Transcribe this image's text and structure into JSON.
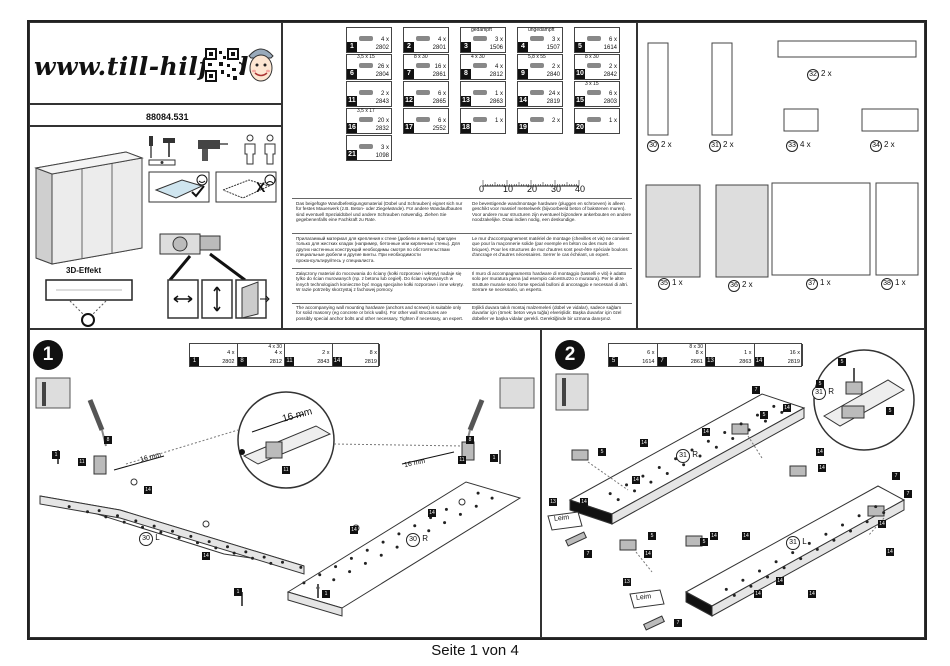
{
  "header": {
    "website": "www.till-hilft.de",
    "article_number": "88084.531",
    "effect_label": "3D-Effekt"
  },
  "parts": [
    {
      "no": "1",
      "qty": "4 x",
      "code": "2802",
      "size": ""
    },
    {
      "no": "2",
      "qty": "4 x",
      "code": "2801",
      "size": ""
    },
    {
      "no": "3",
      "qty": "3 x",
      "code": "1506",
      "size": "gedämpft"
    },
    {
      "no": "4",
      "qty": "3 x",
      "code": "1507",
      "size": "ungedämpft"
    },
    {
      "no": "5",
      "qty": "6 x",
      "code": "1614",
      "size": ""
    },
    {
      "no": "6",
      "qty": "26 x",
      "code": "2804",
      "size": "3,5 x 15"
    },
    {
      "no": "7",
      "qty": "16 x",
      "code": "2861",
      "size": "8 x 30"
    },
    {
      "no": "8",
      "qty": "4 x",
      "code": "2812",
      "size": "4 x 30"
    },
    {
      "no": "9",
      "qty": "2 x",
      "code": "2840",
      "size": "5,8 x 55"
    },
    {
      "no": "10",
      "qty": "2 x",
      "code": "2842",
      "size": "8 x 30"
    },
    {
      "no": "11",
      "qty": "2 x",
      "code": "2843",
      "size": ""
    },
    {
      "no": "12",
      "qty": "6 x",
      "code": "2865",
      "size": ""
    },
    {
      "no": "13",
      "qty": "1 x",
      "code": "2863",
      "size": ""
    },
    {
      "no": "14",
      "qty": "24 x",
      "code": "2819",
      "size": ""
    },
    {
      "no": "15",
      "qty": "6 x",
      "code": "2803",
      "size": "3 x 15"
    },
    {
      "no": "16",
      "qty": "20 x",
      "code": "2832",
      "size": "3,5 x 17"
    },
    {
      "no": "17",
      "qty": "6 x",
      "code": "2552",
      "size": ""
    },
    {
      "no": "18",
      "qty": "1 x",
      "code": "",
      "size": ""
    },
    {
      "no": "19",
      "qty": "2 x",
      "code": "",
      "size": ""
    },
    {
      "no": "20",
      "qty": "1 x",
      "code": "",
      "size": ""
    },
    {
      "no": "21",
      "qty": "3 x",
      "code": "1098",
      "size": ""
    }
  ],
  "ruler": {
    "ticks": [
      "0",
      "10",
      "20",
      "30",
      "40"
    ]
  },
  "notes": {
    "de": "Das beigefügte Wandbefestigungsmaterial (Dübel und Schrauben) eignet sich nur für festes Mauerwerk (z.B. Beton- oder Ziegelwände). Für andere Wandaufbauten sind eventuell Spezialdübel und andere Schrauben notwendig. Ziehen Sie gegebenenfalls eine Fachkraft zu Rate.",
    "ru": "Прилагаемый материал для крепления к стене (дюбели и винты) пригоден только для жестких кладок (например, бетонные или кирпичные стены). Для других настенных конструкций необходимы смотря по обстоятельствам специальные дюбели и другие винты. При необходимости проконсультируйтесь у специалиста.",
    "pl": "Załączony materiał do mocowania do ściany (kołki rozporowe i wkręty) nadaje się tylko do ścian murowanych (np. z betonu lub cegieł). Do ścian wykonanych w innych technologiach konieczne być mogą specjalne kołki rozporowe i inne wkręty. W razie potrzeby skorzystaj z fachowej pomocy.",
    "en": "The accompanying wall mounting hardware (anchors and screws) is suitable only for solid masonry (eg concrete or brick walls). For other wall structures are possibly special anchor bolts and other necessary. Tighten if necessary, an expert.",
    "nl": "De bevestigende wandmontage hardware (pluggen en schroeven) is alleen geschikt voor massief metselwerk (bijvoorbeeld beton of bakstenen muren). Voor andere muur structuren zijn eventueel bijzondere ankerbouten en andere noodzakelijke. Draai indien nodig, een deskundige.",
    "fr": "Le mur d'accompagnement matériel de montage (chevilles et vis) ne convient que pour la maçonnerie solide (par exemple en béton ou des murs de briques). Pour les structures de mur d'autres sont peut-être spéciale boulons d'ancrage et d'autres nécessaires. Serrer le cas échéant, un expert.",
    "it": "Il muro di accompagnamento hardware di montaggio (tasselli e viti) è adatto solo per muratura piena (ad esempio calcestruzzo o muratura). Per le altre strutture murarie sono forse speciali bulloni di ancoraggio e necessari di altri. Serrare se necessario, un esperto.",
    "tr": "Eşlikli duvara takılı montaj malzemeleri (dübel ve vidalar), sadece sağlam duvarlar için (örnek: beton veya tuğla) elverişlidir. Başka duvarlar için özel dübeller ve başka vidalar gerekli. Gerektiğinde bir uzmana danışınız."
  },
  "boards": [
    {
      "no": "30",
      "qty": "2 x"
    },
    {
      "no": "31",
      "qty": "2 x"
    },
    {
      "no": "32",
      "qty": "2 x"
    },
    {
      "no": "33",
      "qty": "4 x"
    },
    {
      "no": "34",
      "qty": "2 x"
    },
    {
      "no": "35",
      "qty": "1 x"
    },
    {
      "no": "36",
      "qty": "2 x"
    },
    {
      "no": "37",
      "qty": "1 x"
    },
    {
      "no": "38",
      "qty": "1 x"
    }
  ],
  "step1": {
    "number": "1",
    "parts": [
      {
        "no": "1",
        "qty": "4 x",
        "code": "2802",
        "size": ""
      },
      {
        "no": "8",
        "qty": "4 x",
        "code": "2812",
        "size": "4 x 30"
      },
      {
        "no": "11",
        "qty": "2 x",
        "code": "2843",
        "size": ""
      },
      {
        "no": "14",
        "qty": "8 x",
        "code": "2819",
        "size": ""
      }
    ],
    "dimension_large": "16 mm",
    "dimension_left": "16 mm",
    "dimension_right": "16 mm",
    "board_left": {
      "no": "30",
      "side": "L"
    },
    "board_right": {
      "no": "30",
      "side": "R"
    }
  },
  "step2": {
    "number": "2",
    "parts": [
      {
        "no": "5",
        "qty": "6 x",
        "code": "1614",
        "size": ""
      },
      {
        "no": "7",
        "qty": "8 x",
        "code": "2861",
        "size": "8 x 30"
      },
      {
        "no": "13",
        "qty": "1 x",
        "code": "2863",
        "size": ""
      },
      {
        "no": "14",
        "qty": "16 x",
        "code": "2819",
        "size": ""
      }
    ],
    "board_top": {
      "no": "31",
      "side": "R"
    },
    "board_bottom": {
      "no": "31",
      "side": "L"
    },
    "board_zoom": {
      "no": "31",
      "side": "R"
    },
    "glue_label": "Leim"
  },
  "footer": {
    "page": "Seite 1 von 4"
  }
}
